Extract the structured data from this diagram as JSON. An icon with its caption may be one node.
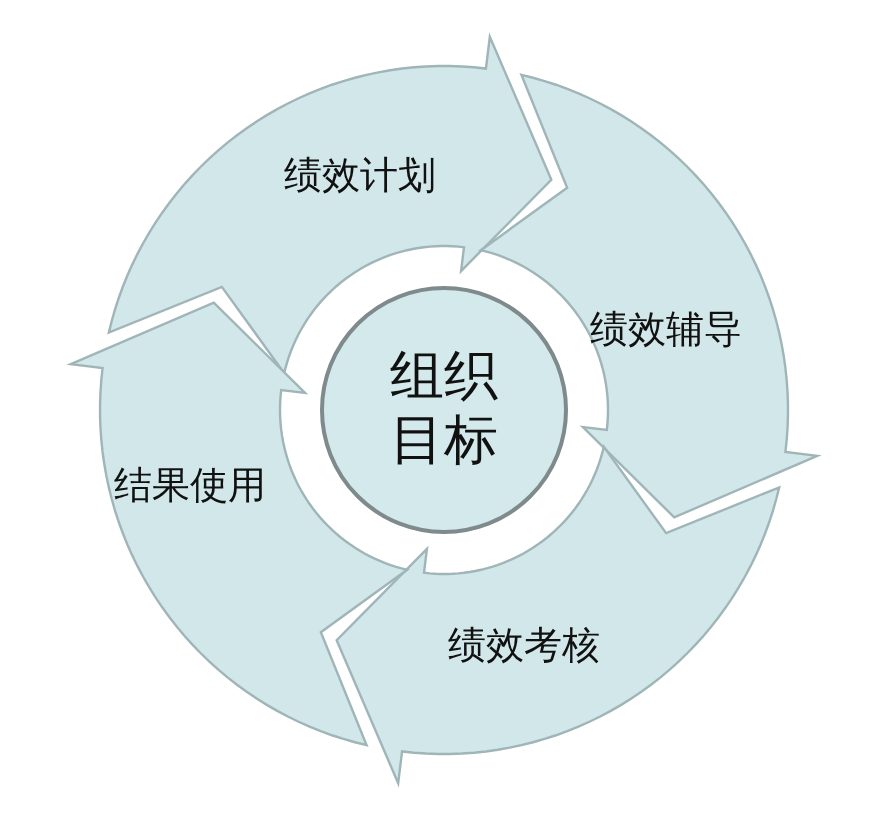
{
  "diagram": {
    "nodes": [
      {
        "text": [
          "绩效计划"
        ]
      },
      {
        "text": [
          "绩效辅导"
        ]
      },
      {
        "text": [
          "绩效考核"
        ]
      },
      {
        "text": [
          "结果使用"
        ]
      },
      {
        "text": [
          "组织目标"
        ]
      }
    ]
  }
}
